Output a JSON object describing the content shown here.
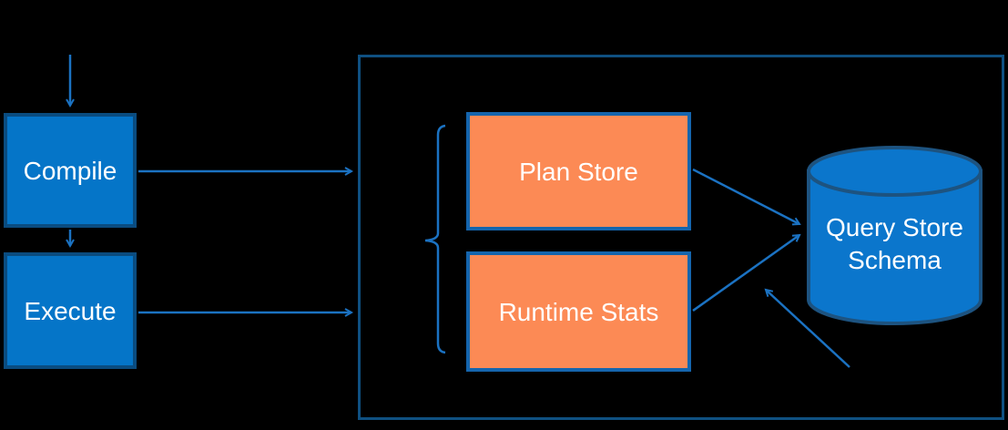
{
  "diagram": {
    "nodes": {
      "compile": {
        "label": "Compile"
      },
      "execute": {
        "label": "Execute"
      },
      "plan_store": {
        "label": "Plan Store"
      },
      "runtime_stats": {
        "label": "Runtime Stats"
      },
      "query_store_schema": {
        "label_line1": "Query Store",
        "label_line2": "Schema"
      }
    },
    "colors": {
      "background": "#000000",
      "process_fill": "#0575C8",
      "process_border": "#0A4C80",
      "store_fill": "#FC8A55",
      "store_border": "#1565AD",
      "container_border": "#0F5081",
      "cylinder_fill": "#0B76CC",
      "cylinder_border": "#1D5380",
      "arrow": "#1B72C2",
      "text": "#FFFFFF"
    }
  }
}
